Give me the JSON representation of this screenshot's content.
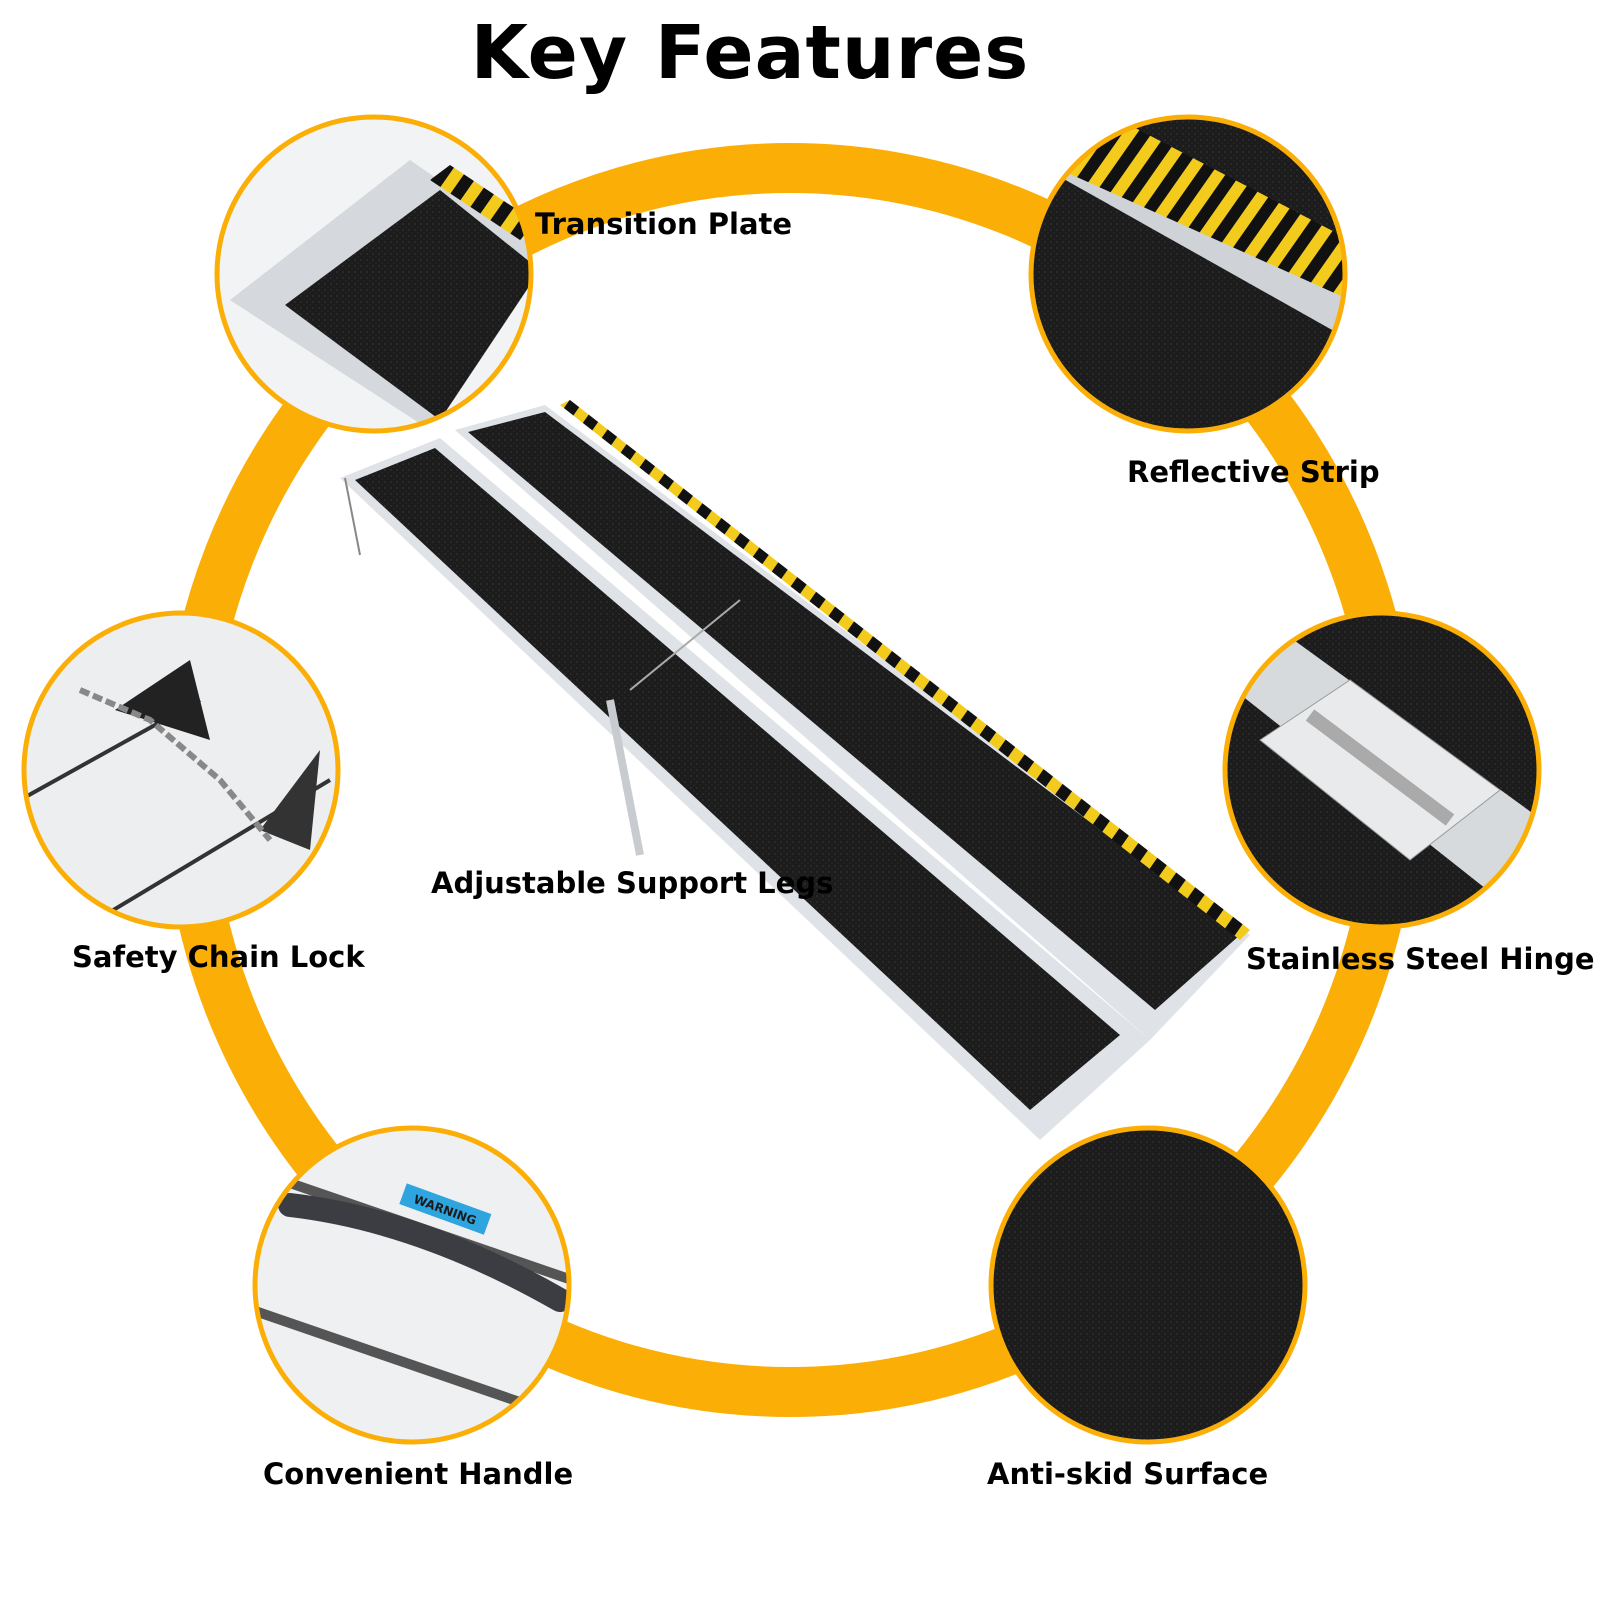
{
  "title": "Key Features",
  "colors": {
    "accent": "#FBAE06",
    "surface": "#1b1b1b",
    "aluminum": "#dcdfe3"
  },
  "features": [
    {
      "label": "Transition Plate",
      "icon": "transition-plate-photo"
    },
    {
      "label": "Reflective Strip",
      "icon": "reflective-strip-photo"
    },
    {
      "label": "Safety Chain Lock",
      "icon": "safety-chain-photo"
    },
    {
      "label": "Stainless Steel Hinge",
      "icon": "hinge-photo"
    },
    {
      "label": "Convenient Handle",
      "icon": "handle-photo",
      "sticker": "WARNING"
    },
    {
      "label": "Anti-skid Surface",
      "icon": "anti-skid-photo"
    },
    {
      "label": "Adjustable Support Legs",
      "icon": "support-leg"
    }
  ]
}
